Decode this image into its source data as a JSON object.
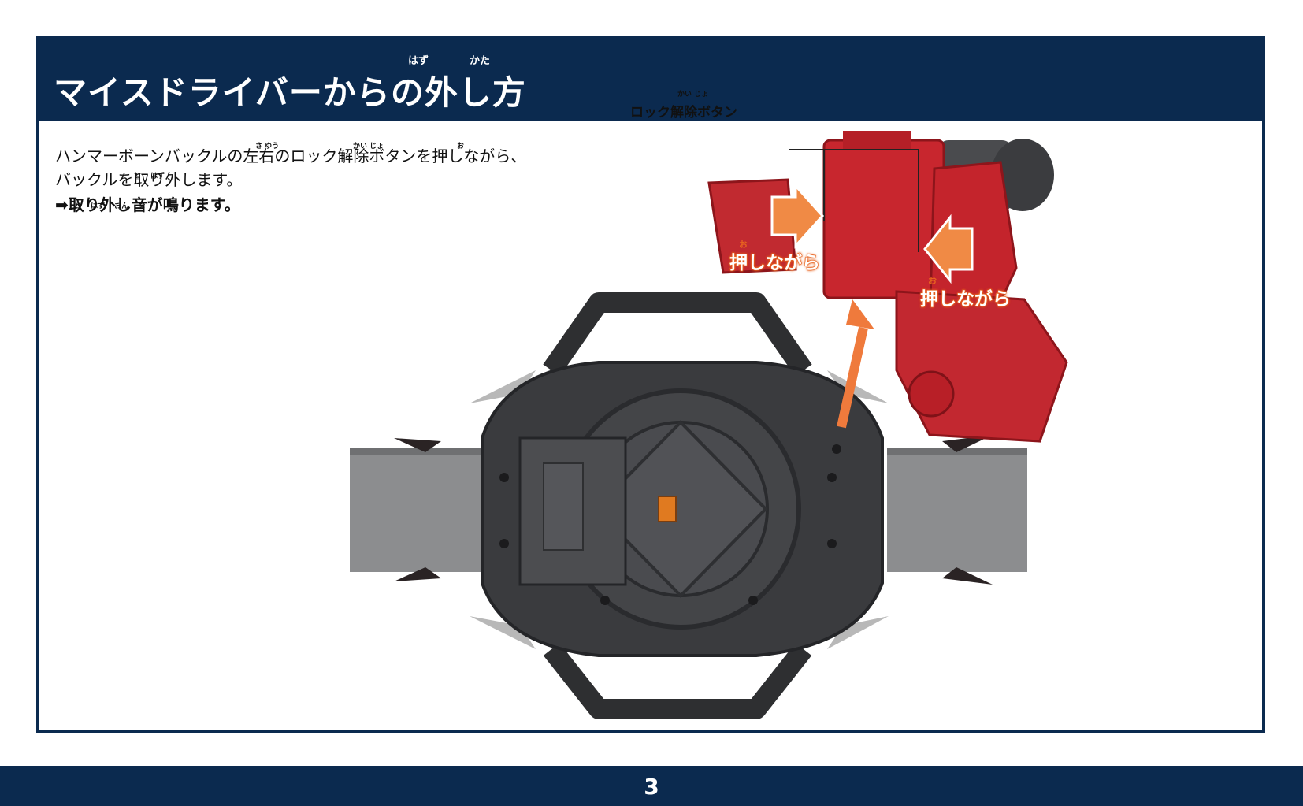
{
  "header": {
    "title": "マイスドライバーからの外し方",
    "ruby_hazu": "はず",
    "ruby_kata": "かた"
  },
  "instructions": {
    "line1": "ハンマーボーンバックルの左右のロック解除ボタンを押しながら、",
    "line1_ruby_sayuu": "さ ゆう",
    "line1_ruby_kaijo": "かい じょ",
    "line1_ruby_o": "お",
    "line2": "バックルを取り外します。",
    "line2_ruby": "と　 はず",
    "line3": "➡取り外し音が鳴ります。",
    "line3_ruby": "と　 はず　 おん　 な"
  },
  "callouts": {
    "lock_release_button": "ロック解除ボタン",
    "lock_release_ruby": "かい じょ",
    "push_while": "押しながら",
    "push_ruby": "お"
  },
  "colors": {
    "navy": "#0b2a4f",
    "orange": "#e8631f",
    "red_part": "#c4202a",
    "driver_dark": "#3a3b3e",
    "belt_gray": "#8a8b8d"
  },
  "footer": {
    "page_number": "3"
  }
}
